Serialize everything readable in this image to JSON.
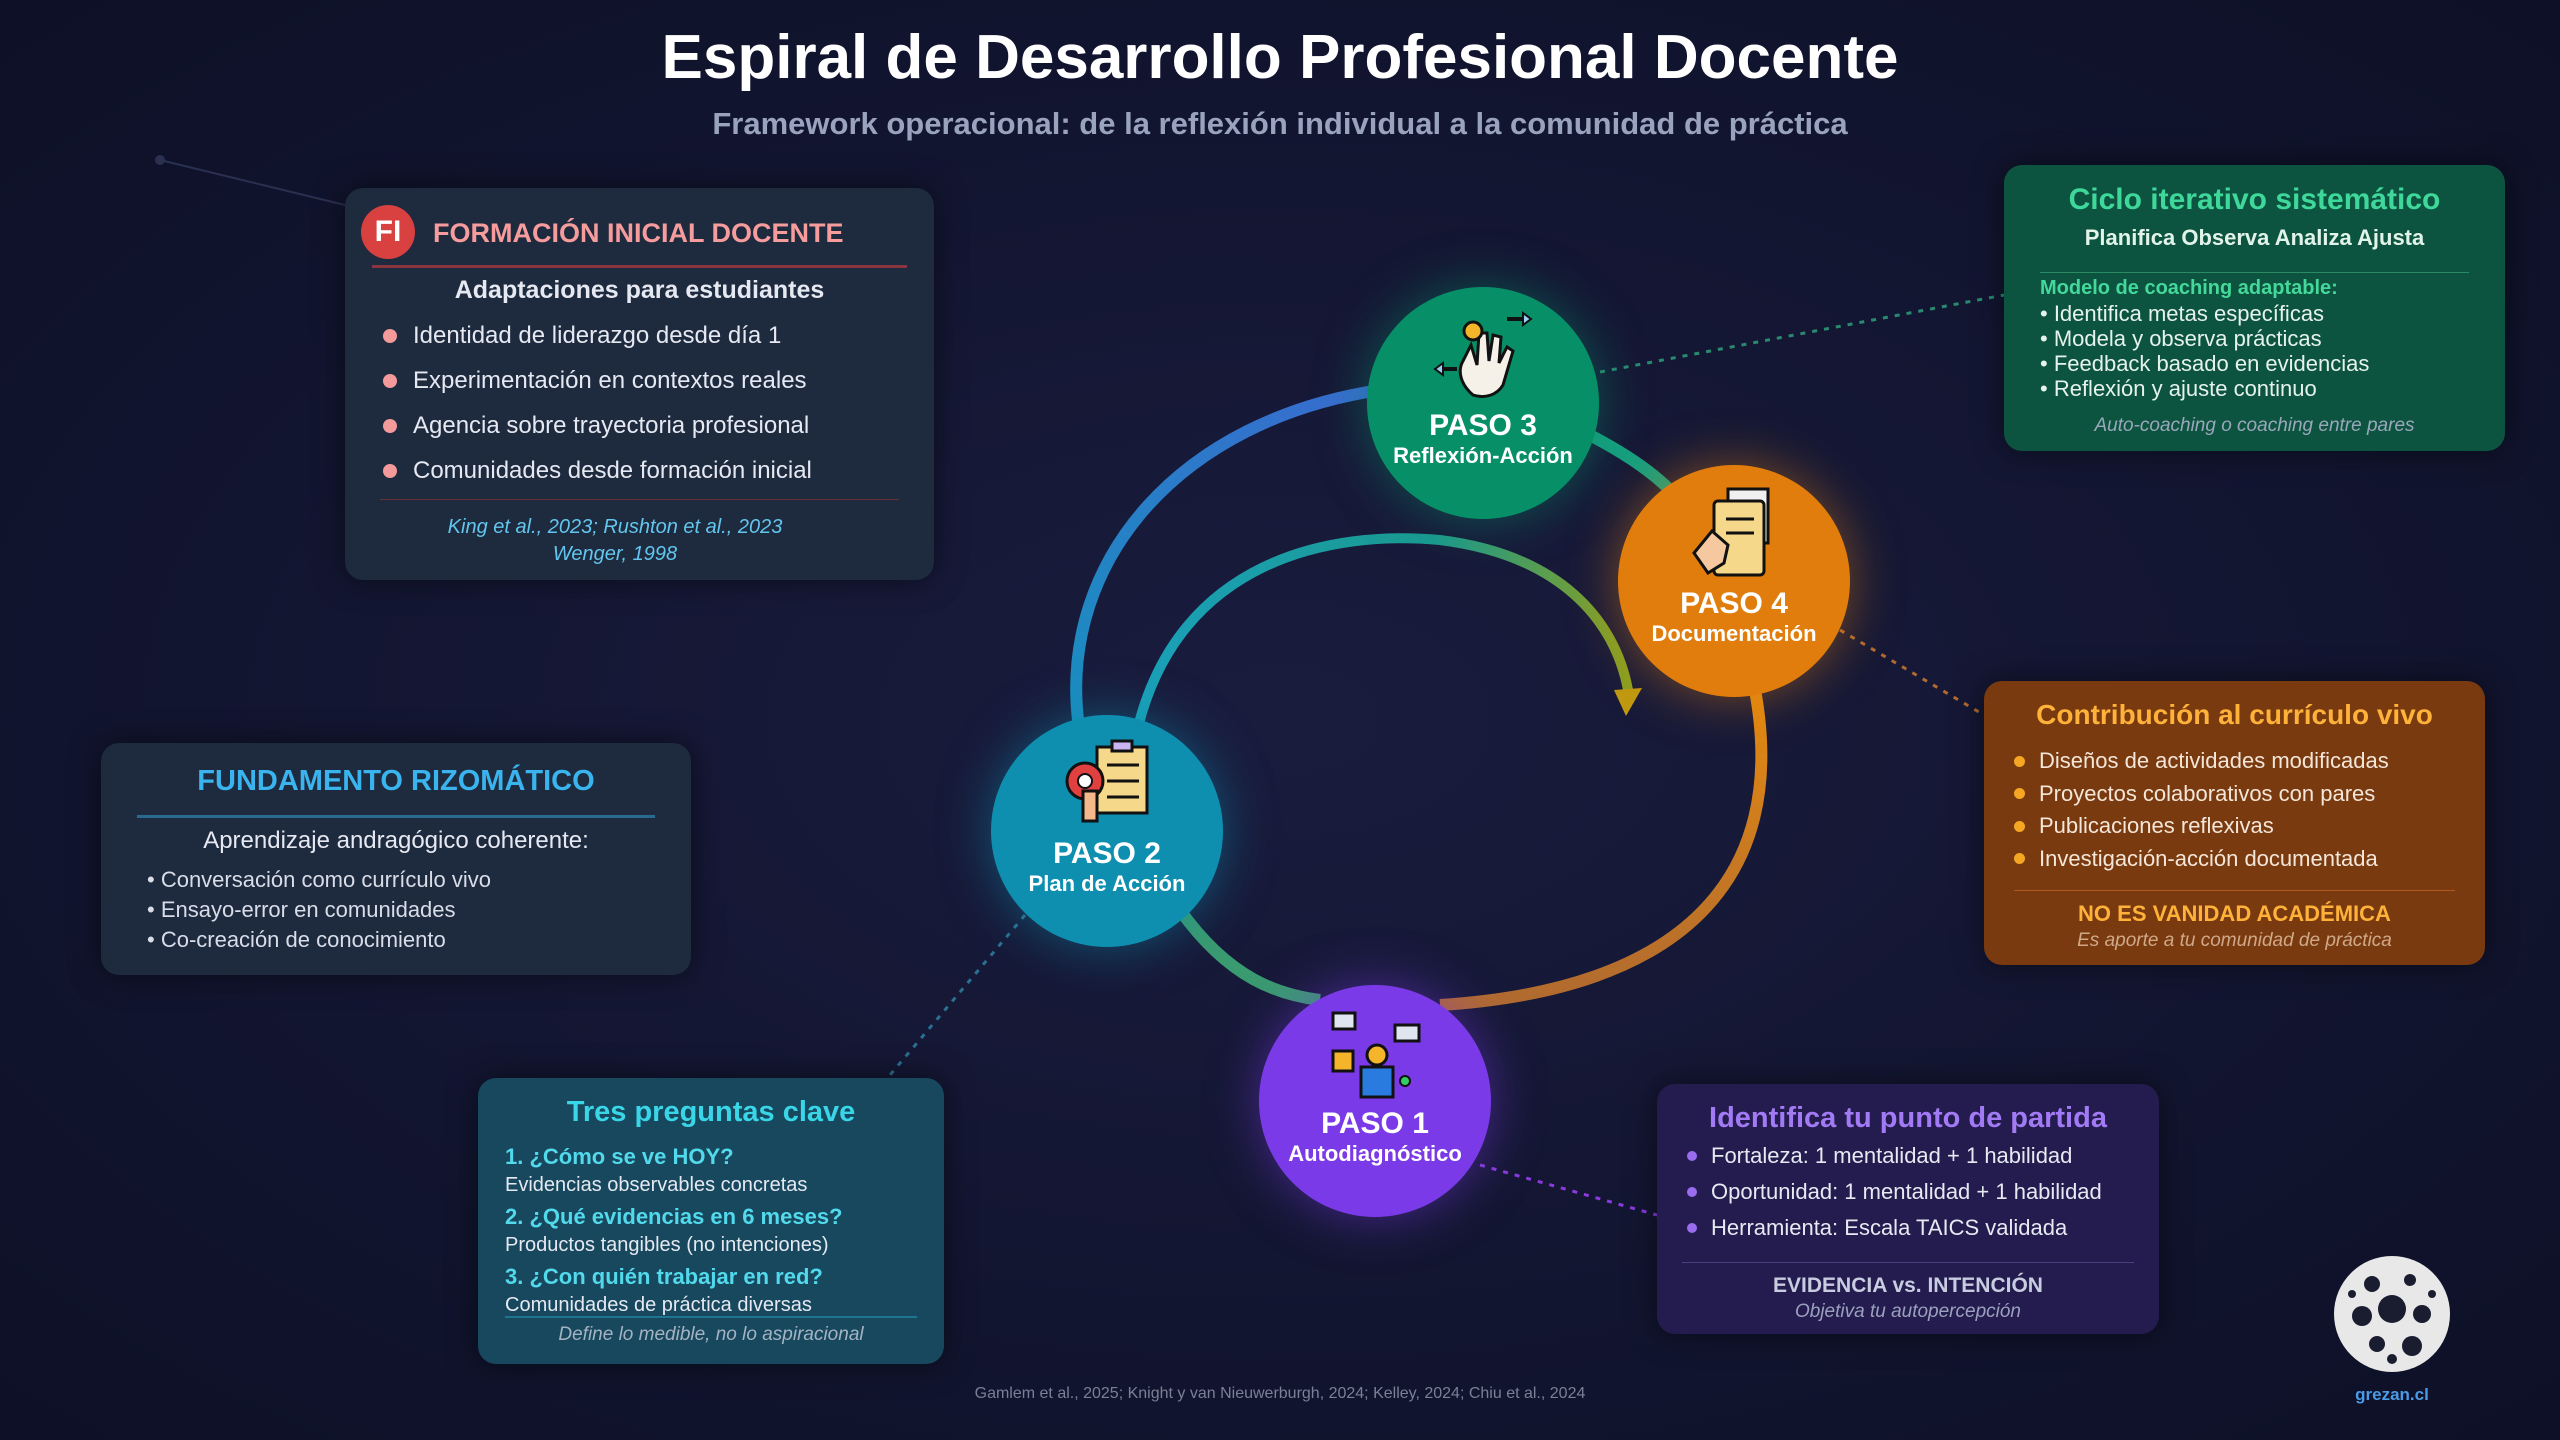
{
  "header": {
    "title": "Espiral de Desarrollo Profesional Docente",
    "subtitle": "Framework operacional: de la reflexión individual a la comunidad de práctica"
  },
  "fi_card": {
    "badge": "FI",
    "title": "FORMACIÓN INICIAL DOCENTE",
    "subtitle": "Adaptaciones para estudiantes",
    "items": [
      "Identidad de liderazgo desde día 1",
      "Experimentación en contextos reales",
      "Agencia sobre trayectoria profesional",
      "Comunidades desde formación inicial"
    ],
    "citation_1": "King et al., 2023; Rushton et al., 2023",
    "citation_2": "Wenger, 1998"
  },
  "fundamento": {
    "title": "FUNDAMENTO RIZOMÁTICO",
    "subtitle": "Aprendizaje andragógico coherente:",
    "items": [
      "• Conversación como currículo vivo",
      "• Ensayo-error en comunidades",
      "• Co-creación de conocimiento"
    ]
  },
  "tres_preguntas": {
    "title": "Tres preguntas clave",
    "questions": [
      {
        "q": "1. ¿Cómo se ve HOY?",
        "a": "Evidencias observables concretas"
      },
      {
        "q": "2. ¿Qué evidencias en 6 meses?",
        "a": "Productos tangibles (no intenciones)"
      },
      {
        "q": "3. ¿Con quién trabajar en red?",
        "a": "Comunidades de práctica diversas"
      }
    ],
    "footer": "Define lo medible, no lo aspiracional"
  },
  "ciclo": {
    "title": "Ciclo iterativo sistemático",
    "subtitle": "Planifica Observa Analiza Ajusta",
    "label": "Modelo de coaching adaptable:",
    "items": [
      "• Identifica metas específicas",
      "• Modela y observa prácticas",
      "• Feedback basado en evidencias",
      "• Reflexión y ajuste continuo"
    ],
    "footer": "Auto-coaching o coaching entre pares"
  },
  "contribucion": {
    "title": "Contribución al currículo vivo",
    "items": [
      "Diseños de actividades modificadas",
      "Proyectos colaborativos con pares",
      "Publicaciones reflexivas",
      "Investigación-acción documentada"
    ],
    "warning": "NO ES VANIDAD ACADÉMICA",
    "footer": "Es aporte a tu comunidad de práctica"
  },
  "identifica": {
    "title": "Identifica tu punto de partida",
    "items": [
      "Fortaleza: 1 mentalidad + 1 habilidad",
      "Oportunidad: 1 mentalidad + 1 habilidad",
      "Herramienta: Escala TAICS validada"
    ],
    "warning": "EVIDENCIA vs. INTENCIÓN",
    "footer": "Objetiva tu autopercepción"
  },
  "steps": [
    {
      "num": "PASO 1",
      "name": "Autodiagnóstico",
      "icon": "self-assessment-icon",
      "color": "#7b3ae8"
    },
    {
      "num": "PASO 2",
      "name": "Plan de Acción",
      "icon": "action-plan-icon",
      "color": "#0e8fb0"
    },
    {
      "num": "PASO 3",
      "name": "Reflexión-Acción",
      "icon": "reflection-hand-icon",
      "color": "#079068"
    },
    {
      "num": "PASO 4",
      "name": "Documentación",
      "icon": "documentation-icon",
      "color": "#e17d0c"
    }
  ],
  "footer": {
    "references": "Gamlem et al., 2025; Knight y van Nieuwerburgh, 2024; Kelley, 2024; Chiu et al., 2024",
    "site": "grezan.cl"
  }
}
